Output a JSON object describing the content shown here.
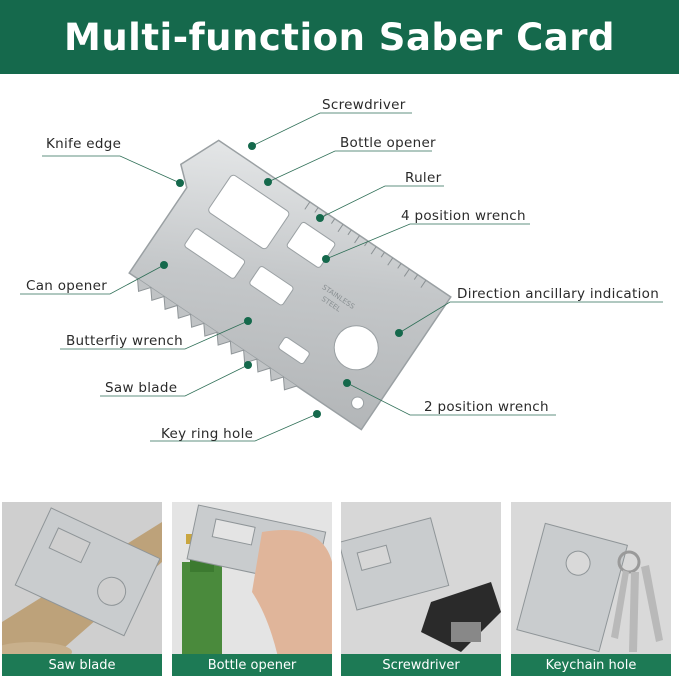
{
  "header": {
    "title": "Multi-function Saber Card"
  },
  "callouts": {
    "screwdriver": "Screwdriver",
    "knife_edge": "Knife edge",
    "bottle_opener": "Bottle opener",
    "ruler": "Ruler",
    "four_position_wrench": "4 position wrench",
    "can_opener": "Can opener",
    "direction_indication": "Direction ancillary indication",
    "butterfly_wrench": "Butterfiy wrench",
    "saw_blade": "Saw blade",
    "two_position_wrench": "2 position wrench",
    "key_ring_hole": "Key ring hole"
  },
  "card_engraving": [
    "STAINLESS",
    "STEEL"
  ],
  "panels": [
    {
      "label": "Saw blade"
    },
    {
      "label": "Bottle opener"
    },
    {
      "label": "Screwdriver"
    },
    {
      "label": "Keychain hole"
    }
  ],
  "colors": {
    "brand_green": "#15694c",
    "caption_green": "#1d7a55",
    "dot_green": "#15694c",
    "steel": "#c9cccd"
  }
}
